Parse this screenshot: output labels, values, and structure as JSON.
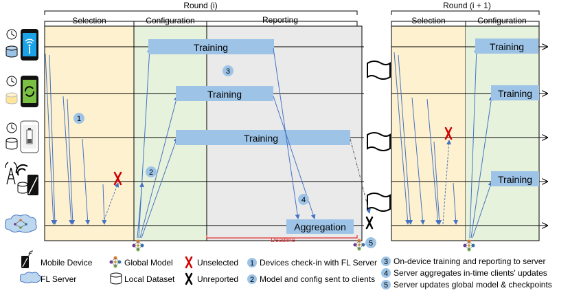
{
  "round_i": {
    "title": "Round (i)",
    "phases": {
      "selection": "Selection",
      "configuration": "Configuration",
      "reporting": "Reporting"
    },
    "training_labels": [
      "Training",
      "Training",
      "Training"
    ],
    "aggregation_label": "Aggregation",
    "deadline_label": "Deadline"
  },
  "round_next": {
    "title": "Round (i + 1)",
    "phases": {
      "selection": "Selection",
      "configuration": "Configuration"
    },
    "training_labels": [
      "Training",
      "Training",
      "Training"
    ]
  },
  "step_markers": [
    "1",
    "2",
    "3",
    "4",
    "5"
  ],
  "legend": {
    "mobile_device": "Mobile Device",
    "fl_server": "FL Server",
    "global_model": "Global Model",
    "local_dataset": "Local Dataset",
    "unselected": "Unselected",
    "unreported": "Unreported",
    "steps": [
      {
        "num": "1",
        "text": "Devices check-in with FL Server"
      },
      {
        "num": "2",
        "text": "Model and config sent to clients"
      },
      {
        "num": "3",
        "text": "On-device training and reporting to server"
      },
      {
        "num": "4",
        "text": "Server aggregates in-time clients' updates"
      },
      {
        "num": "5",
        "text": "Server updates global model & checkpoints"
      }
    ]
  },
  "colors": {
    "selection_bg": "#fdf1cf",
    "configuration_bg": "#e6f2dc",
    "reporting_bg": "#eaeaea",
    "block_fill": "#9dc3e6",
    "arrow": "#4472c4",
    "unselected": "#d00000",
    "deadline": "#e03030",
    "circle_fill": "#9dc3e6"
  }
}
